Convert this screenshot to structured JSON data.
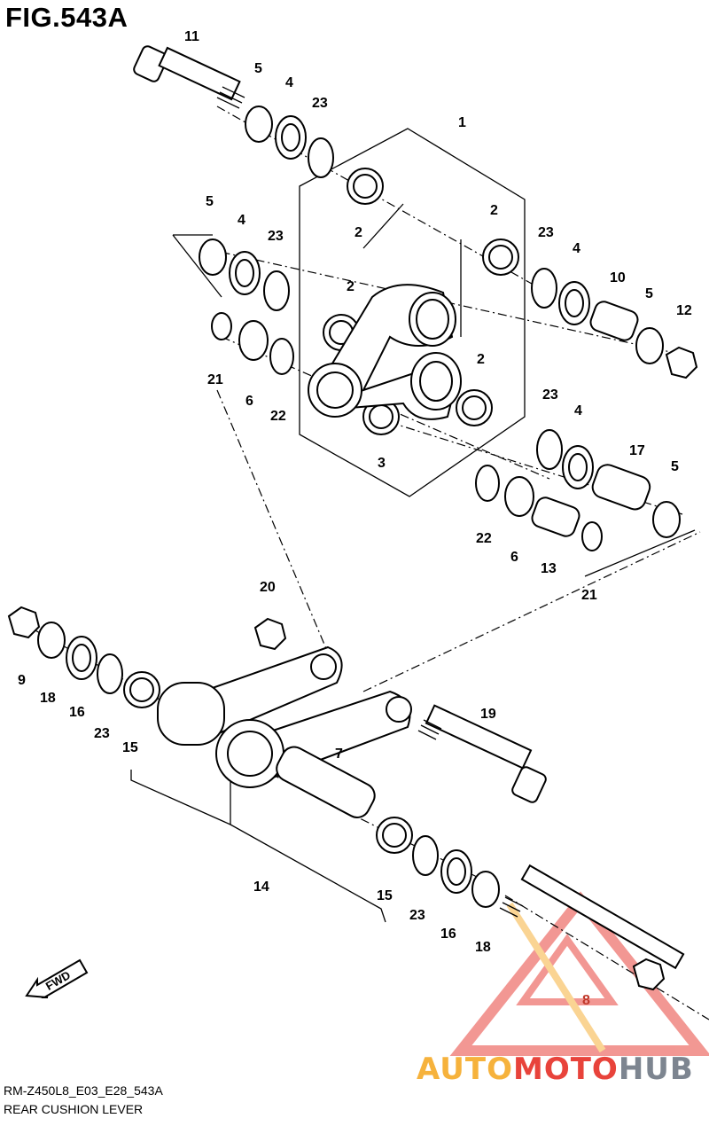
{
  "figure": {
    "title": "FIG.543A",
    "model_code": "RM-Z450L8_E03_E28_543A",
    "name": "REAR CUSHION LEVER"
  },
  "orientation": {
    "label": "FWD"
  },
  "watermark": {
    "word_1": "AUTO",
    "word_2": "MOTO",
    "word_3": "HUB"
  },
  "colors": {
    "ink": "#000000",
    "watermark_red": "#e8433b",
    "watermark_yellow": "#f6b23c",
    "watermark_gray": "#7d8590"
  },
  "callouts": [
    {
      "id": "c11a",
      "text": "11"
    },
    {
      "id": "c5a",
      "text": "5"
    },
    {
      "id": "c4a",
      "text": "4"
    },
    {
      "id": "c23a",
      "text": "23"
    },
    {
      "id": "c1",
      "text": "1"
    },
    {
      "id": "c5b",
      "text": "5"
    },
    {
      "id": "c4b",
      "text": "4"
    },
    {
      "id": "c23b",
      "text": "23"
    },
    {
      "id": "c2a",
      "text": "2"
    },
    {
      "id": "c2b",
      "text": "2"
    },
    {
      "id": "c23c",
      "text": "23"
    },
    {
      "id": "c4c",
      "text": "4"
    },
    {
      "id": "c10",
      "text": "10"
    },
    {
      "id": "c5c",
      "text": "5"
    },
    {
      "id": "c12",
      "text": "12"
    },
    {
      "id": "c2c",
      "text": "2"
    },
    {
      "id": "c2d",
      "text": "2"
    },
    {
      "id": "c21a",
      "text": "21"
    },
    {
      "id": "c6a",
      "text": "6"
    },
    {
      "id": "c22a",
      "text": "22"
    },
    {
      "id": "c3",
      "text": "3"
    },
    {
      "id": "c23d",
      "text": "23"
    },
    {
      "id": "c4d",
      "text": "4"
    },
    {
      "id": "c17",
      "text": "17"
    },
    {
      "id": "c5d",
      "text": "5"
    },
    {
      "id": "c22b",
      "text": "22"
    },
    {
      "id": "c6b",
      "text": "6"
    },
    {
      "id": "c13",
      "text": "13"
    },
    {
      "id": "c21b",
      "text": "21"
    },
    {
      "id": "c20",
      "text": "20"
    },
    {
      "id": "c9",
      "text": "9"
    },
    {
      "id": "c18a",
      "text": "18"
    },
    {
      "id": "c16a",
      "text": "16"
    },
    {
      "id": "c23e",
      "text": "23"
    },
    {
      "id": "c15a",
      "text": "15"
    },
    {
      "id": "c19",
      "text": "19"
    },
    {
      "id": "c7",
      "text": "7"
    },
    {
      "id": "c14",
      "text": "14"
    },
    {
      "id": "c15b",
      "text": "15"
    },
    {
      "id": "c23f",
      "text": "23"
    },
    {
      "id": "c16b",
      "text": "16"
    },
    {
      "id": "c18b",
      "text": "18"
    },
    {
      "id": "c8",
      "text": "8"
    }
  ]
}
